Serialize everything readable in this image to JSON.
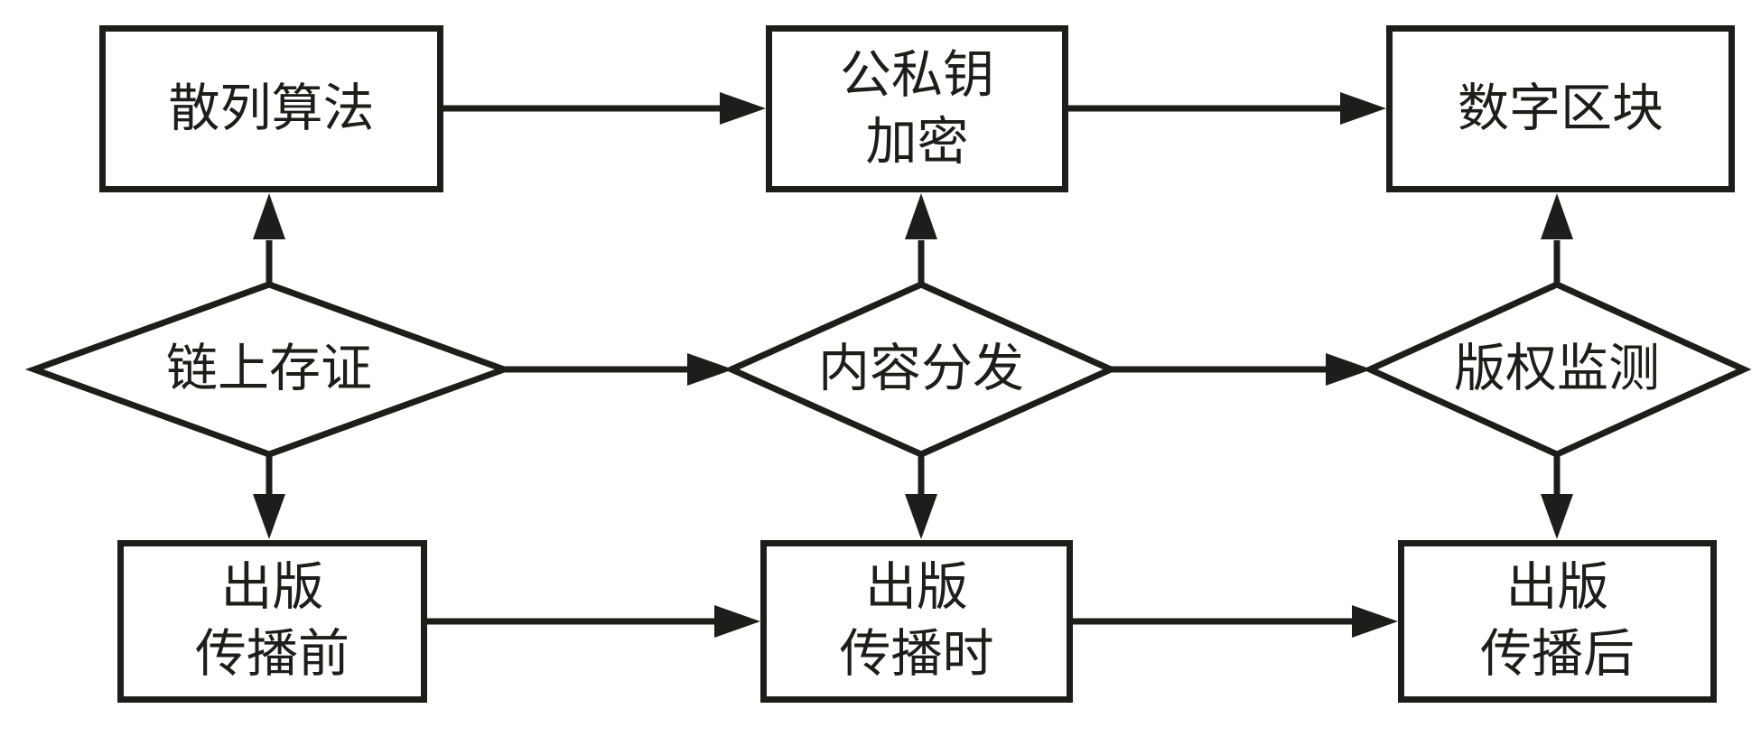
{
  "diagram": {
    "type": "flowchart",
    "colors": {
      "ink": "#1d1d1b",
      "node_fill": "#ffffff",
      "background": "#ffffff"
    },
    "nodes": {
      "top_left": {
        "id": "hash-algorithm",
        "shape": "rectangle",
        "label": "散列算法",
        "lines": [
          "散列算法"
        ]
      },
      "top_center": {
        "id": "public-private-key-encryption",
        "shape": "rectangle",
        "label": "公私钥加密",
        "lines": [
          "公私钥",
          "加密"
        ]
      },
      "top_right": {
        "id": "digital-block",
        "shape": "rectangle",
        "label": "数字区块",
        "lines": [
          "数字区块"
        ]
      },
      "mid_left": {
        "id": "on-chain-evidence",
        "shape": "diamond",
        "label": "链上存证",
        "lines": [
          "链上存证"
        ]
      },
      "mid_center": {
        "id": "content-distribution",
        "shape": "diamond",
        "label": "内容分发",
        "lines": [
          "内容分发"
        ]
      },
      "mid_right": {
        "id": "copyright-monitoring",
        "shape": "diamond",
        "label": "版权监测",
        "lines": [
          "版权监测"
        ]
      },
      "bottom_left": {
        "id": "pre-publication",
        "shape": "rectangle",
        "label": "出版传播前",
        "lines": [
          "出版",
          "传播前"
        ]
      },
      "bottom_center": {
        "id": "in-publication",
        "shape": "rectangle",
        "label": "出版传播时",
        "lines": [
          "出版",
          "传播时"
        ]
      },
      "bottom_right": {
        "id": "post-publication",
        "shape": "rectangle",
        "label": "出版传播后",
        "lines": [
          "出版",
          "传播后"
        ]
      }
    },
    "edges": [
      {
        "from": "hash-algorithm",
        "to": "public-private-key-encryption",
        "direction": "right"
      },
      {
        "from": "public-private-key-encryption",
        "to": "digital-block",
        "direction": "right"
      },
      {
        "from": "on-chain-evidence",
        "to": "hash-algorithm",
        "direction": "up"
      },
      {
        "from": "content-distribution",
        "to": "public-private-key-encryption",
        "direction": "up"
      },
      {
        "from": "copyright-monitoring",
        "to": "digital-block",
        "direction": "up"
      },
      {
        "from": "on-chain-evidence",
        "to": "content-distribution",
        "direction": "right"
      },
      {
        "from": "content-distribution",
        "to": "copyright-monitoring",
        "direction": "right"
      },
      {
        "from": "on-chain-evidence",
        "to": "pre-publication",
        "direction": "down"
      },
      {
        "from": "content-distribution",
        "to": "in-publication",
        "direction": "down"
      },
      {
        "from": "copyright-monitoring",
        "to": "post-publication",
        "direction": "down"
      },
      {
        "from": "pre-publication",
        "to": "in-publication",
        "direction": "right"
      },
      {
        "from": "in-publication",
        "to": "post-publication",
        "direction": "right"
      }
    ]
  }
}
